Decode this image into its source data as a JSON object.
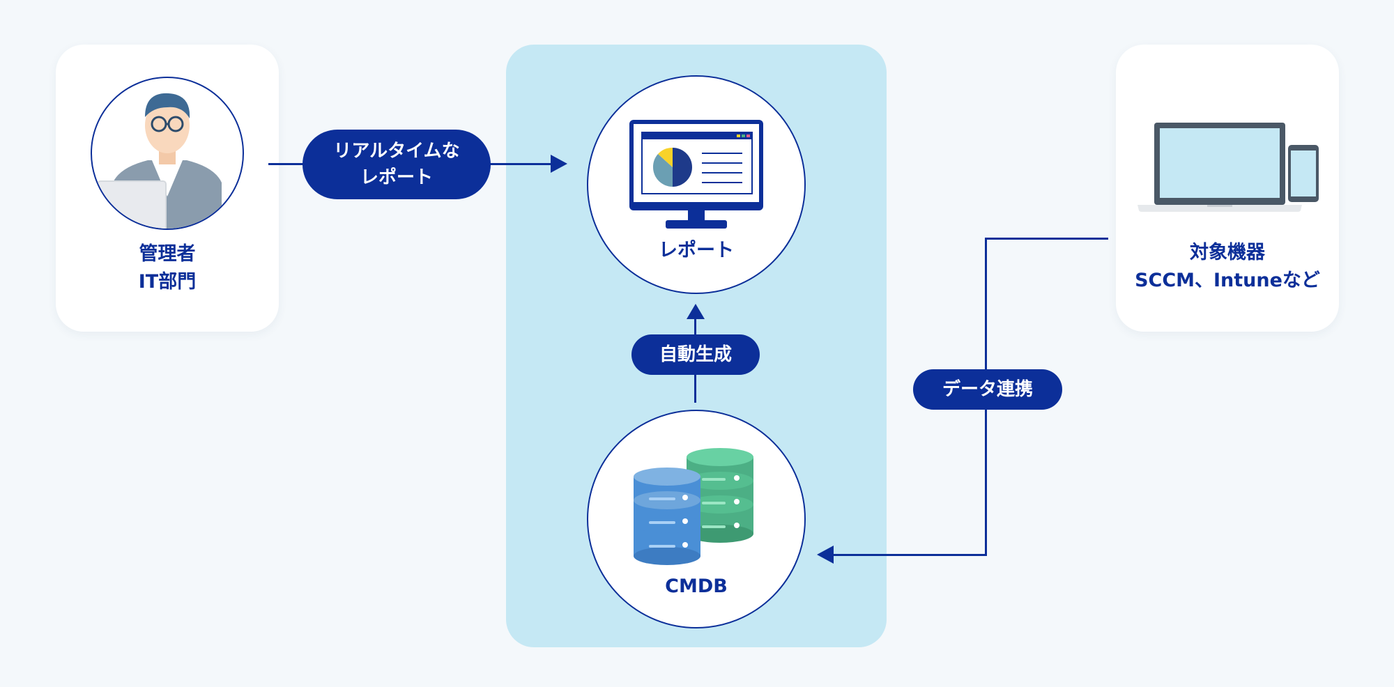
{
  "admin": {
    "line1": "管理者",
    "line2": "IT部門"
  },
  "report": {
    "label": "レポート"
  },
  "cmdb": {
    "label": "CMDB"
  },
  "devices": {
    "line1": "対象機器",
    "line2": "SCCM、Intuneなど"
  },
  "connectors": {
    "realtime_line1": "リアルタイムな",
    "realtime_line2": "レポート",
    "auto_generate": "自動生成",
    "data_link": "データ連携"
  },
  "colors": {
    "accent": "#0c2f99",
    "panel": "#c5e8f4",
    "background": "#f4f8fb",
    "pie_yellow": "#f7d22a",
    "pie_navy": "#1e3a8a",
    "pie_teal": "#6b9fb3",
    "db_blue": "#4a8fd6",
    "db_green": "#4caf85"
  },
  "icons": {
    "admin": "person-with-laptop-icon",
    "report": "monitor-pie-chart-icon",
    "cmdb": "database-stack-icon",
    "devices": "laptop-and-phone-icon"
  }
}
